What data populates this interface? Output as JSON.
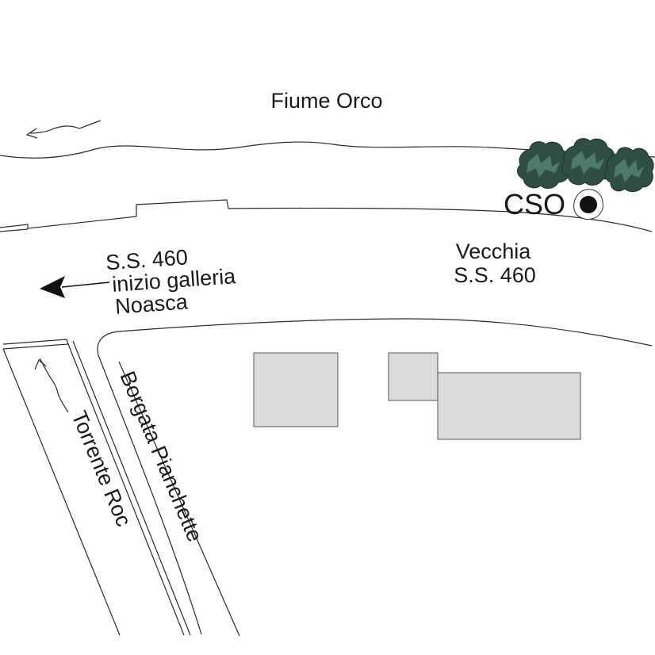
{
  "labels": {
    "river": "Fiume Orco",
    "cso": "CSO",
    "road_old_line1": "Vecchia",
    "road_old_line2": "S.S. 460",
    "direction_line1": "S.S. 460",
    "direction_line2": "inizio galleria",
    "direction_line3": "Noasca",
    "stream": "Torrente Roc",
    "street": "Borgata Pianchette"
  },
  "icons": {
    "cso_marker": "filled-circle-in-ring-icon",
    "direction": "arrow-left-icon",
    "flow": "flow-arrow-icon",
    "vegetation": "tree-icon"
  },
  "colors": {
    "tree_dark": "#2f4f45",
    "tree_mid": "#4f7a6a",
    "building_fill": "#dcdcdc",
    "line": "#2a2a2a"
  }
}
